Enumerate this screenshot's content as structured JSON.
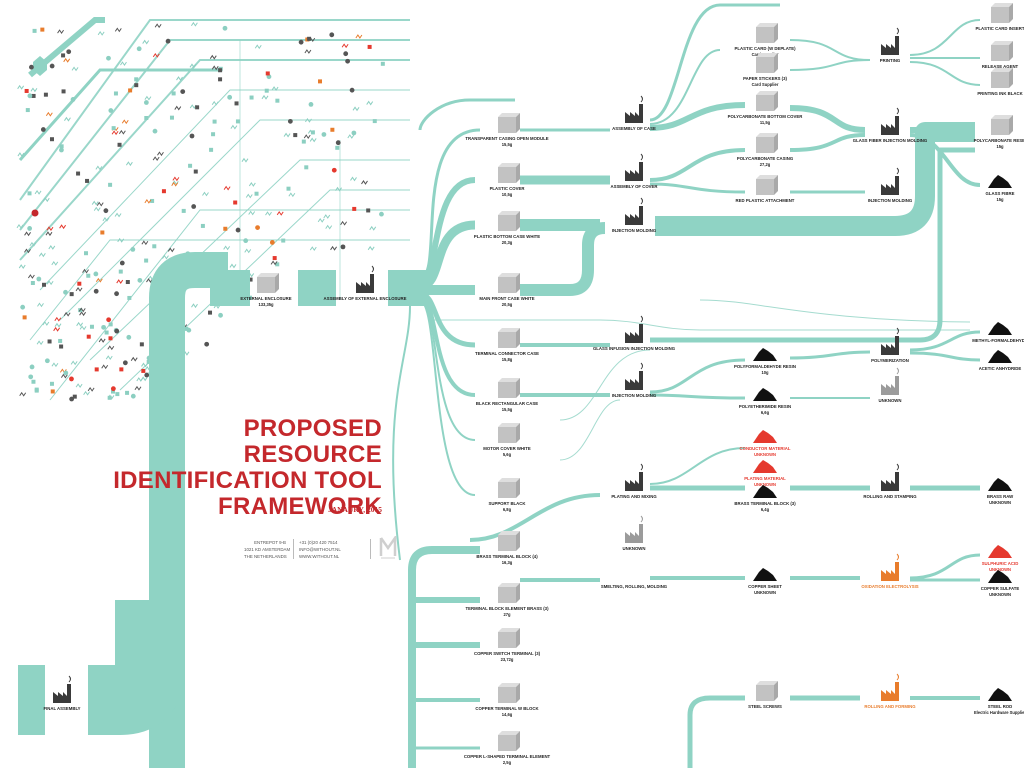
{
  "poster": {
    "title_lines": [
      "PROPOSED RESOURCE",
      "IDENTIFICATION TOOL",
      "FRAMEWORK"
    ],
    "date": "JANAURY, 2015",
    "contact": {
      "address": [
        "ENTREPOT 9-B",
        "1021 KD AMSTERDAM",
        "THE NETHERLANDS"
      ],
      "web": [
        "+31 (0)20 420 7514",
        "INFO@WITHOUT.NL",
        "WWW.WITHOUT.NL"
      ]
    }
  },
  "colors": {
    "flow": "#8fd3c4",
    "title": "#c4282c",
    "factory": "#3a3a3a",
    "box": "#c2c2c2",
    "orange": "#e87c2c",
    "red": "#e5392e",
    "unknown": "#9b9b9b"
  },
  "nodes": [
    {
      "id": "final",
      "icon": "factory",
      "label": "FINAL ASSEMBLY",
      "sub": ""
    },
    {
      "id": "ext-enclosure",
      "icon": "box",
      "label": "EXTERNAL ENCLOSURE",
      "sub": "133,35g"
    },
    {
      "id": "asm-ext-enclosure",
      "icon": "factory",
      "label": "ASSEMBLY OF EXTERNAL ENCLOSURE",
      "sub": ""
    },
    {
      "id": "transparent-casing",
      "icon": "box",
      "label": "TRANSPARENT CASING OPEN MODULE",
      "sub": "15,5g"
    },
    {
      "id": "plastic-cover",
      "icon": "box",
      "label": "PLASTIC COVER",
      "sub": "10,5g"
    },
    {
      "id": "plastic-bottom",
      "icon": "box",
      "label": "PLASTIC BOTTOM CASE WHITE",
      "sub": "20,3g"
    },
    {
      "id": "main-front",
      "icon": "box",
      "label": "MAIN FRONT CASE WHITE",
      "sub": "20,5g"
    },
    {
      "id": "terminal-connector",
      "icon": "box",
      "label": "TERMINAL CONNECTOR CASE",
      "sub": "15,8g"
    },
    {
      "id": "black-rect",
      "icon": "box",
      "label": "BLACK RECTANGULAR CASE",
      "sub": "15,5g"
    },
    {
      "id": "motor-cover",
      "icon": "box",
      "label": "MOTOR COVER WHITE",
      "sub": "5,6g"
    },
    {
      "id": "support-black",
      "icon": "box",
      "label": "SUPPORT BLACK",
      "sub": "6,8g"
    },
    {
      "id": "brass-terminal",
      "icon": "box",
      "label": "BRASS TERMINAL BLOCK (4)",
      "sub": "16,3g"
    },
    {
      "id": "terminal-block",
      "icon": "box",
      "label": "TERMINAL BLOCK ELEMENT BRASS (3)",
      "sub": "27g"
    },
    {
      "id": "copper-switch",
      "icon": "box",
      "label": "COPPER SWITCH TERMINAL (3)",
      "sub": "23,72g"
    },
    {
      "id": "copper-terminal",
      "icon": "box",
      "label": "COPPER TERMINAL W BLOCK",
      "sub": "14,6g"
    },
    {
      "id": "copper-lshaped",
      "icon": "box",
      "label": "COPPER L-SHAPED TERMINAL ELEMENT",
      "sub": "2,5g"
    },
    {
      "id": "asm-case",
      "icon": "factory",
      "label": "ASSEMBLY OF CASE",
      "sub": ""
    },
    {
      "id": "asm-cover",
      "icon": "factory",
      "label": "ASSEMBLY OF COVER",
      "sub": ""
    },
    {
      "id": "injection-1",
      "icon": "factory",
      "label": "INJECTION MOLDING",
      "sub": ""
    },
    {
      "id": "glass-inj",
      "icon": "factory",
      "label": "GLASS INFUSION INJECTION MOLDING",
      "sub": ""
    },
    {
      "id": "injection-2",
      "icon": "factory",
      "label": "INJECTION MOLDING",
      "sub": ""
    },
    {
      "id": "plating",
      "icon": "factory",
      "label": "PLATING AND MIXING",
      "sub": ""
    },
    {
      "id": "unknown-1",
      "icon": "factory-gray",
      "label": "UNKNOWN",
      "sub": ""
    },
    {
      "id": "smelting",
      "icon": "none",
      "label": "SMELTING, ROLLING, MOLDING",
      "sub": ""
    },
    {
      "id": "plastic-label",
      "icon": "box",
      "label": "PLASTIC CARD (W DEPLATE)",
      "sub": "Card Supplier"
    },
    {
      "id": "paper-stickers",
      "icon": "box",
      "label": "PAPER STICKERS (3)",
      "sub": "Card Supplier"
    },
    {
      "id": "polycarbonate-cover",
      "icon": "box",
      "label": "POLYCARBONATE BOTTOM COVER",
      "sub": "11,5g"
    },
    {
      "id": "polycarbonate-casing",
      "icon": "box",
      "label": "POLYCARBONATE CASING",
      "sub": "27,2g"
    },
    {
      "id": "red-plastic",
      "icon": "box",
      "label": "RED PLASTIC ATTACHMENT",
      "sub": ""
    },
    {
      "id": "polyformaldehyde",
      "icon": "pile",
      "label": "POLYFORMALDEHYDE RESIN",
      "sub": "10g"
    },
    {
      "id": "polyetherimide",
      "icon": "pile",
      "label": "POLYETHERIMIDE RESIN",
      "sub": "6,6g"
    },
    {
      "id": "conductor",
      "icon": "pile-red",
      "label": "CONDUCTOR MATERIAL",
      "sub": "UNKNOWN"
    },
    {
      "id": "plating-material",
      "icon": "pile-red",
      "label": "PLATING MATERIAL",
      "sub": "UNKNOWN"
    },
    {
      "id": "brass-block",
      "icon": "pile",
      "label": "BRASS TERMINAL BLOCK (3)",
      "sub": "6,4g"
    },
    {
      "id": "copper-sheet",
      "icon": "pile",
      "label": "COPPER SHEET",
      "sub": "UNKNOWN"
    },
    {
      "id": "steel-screws",
      "icon": "box",
      "label": "STEEL SCREWS",
      "sub": ""
    },
    {
      "id": "printing",
      "icon": "factory",
      "label": "PRINTING",
      "sub": ""
    },
    {
      "id": "glass-fiber-inj",
      "icon": "factory",
      "label": "GLASS FIBER INJECTION MOLDING",
      "sub": ""
    },
    {
      "id": "injection-3",
      "icon": "factory",
      "label": "INJECTION MOLDING",
      "sub": ""
    },
    {
      "id": "polymerization",
      "icon": "factory",
      "label": "POLYMERIZATION",
      "sub": ""
    },
    {
      "id": "unknown-2",
      "icon": "factory-gray",
      "label": "UNKNOWN",
      "sub": ""
    },
    {
      "id": "rolling",
      "icon": "factory",
      "label": "ROLLING AND STAMPING",
      "sub": ""
    },
    {
      "id": "oxidation",
      "icon": "factory-orange",
      "label": "OXIDATION ELECTROLYSIS",
      "sub": ""
    },
    {
      "id": "rolling-forming",
      "icon": "factory-orange",
      "label": "ROLLING AND FORMING",
      "sub": ""
    },
    {
      "id": "plastic-card-insert",
      "icon": "box",
      "label": "PLASTIC CARD INSERT",
      "sub": ""
    },
    {
      "id": "release-agent",
      "icon": "box",
      "label": "RELEASE AGENT",
      "sub": ""
    },
    {
      "id": "printing-ink",
      "icon": "box",
      "label": "PRINTING INK BLACK",
      "sub": ""
    },
    {
      "id": "polycarbonate-resin",
      "icon": "box",
      "label": "POLYCARBONATE RESIN",
      "sub": "15g"
    },
    {
      "id": "glass-fibre",
      "icon": "pile",
      "label": "GLASS FIBRE",
      "sub": "15g"
    },
    {
      "id": "methyl-formaldehyde",
      "icon": "pile",
      "label": "METHYL-FORMALDEHYDE",
      "sub": ""
    },
    {
      "id": "acetic-anhydride",
      "icon": "pile",
      "label": "ACETIC ANHYDRIDE",
      "sub": ""
    },
    {
      "id": "brass-raw",
      "icon": "pile",
      "label": "BRASS RAW",
      "sub": "UNKNOWN"
    },
    {
      "id": "sulphuric-acid",
      "icon": "pile-red",
      "label": "SULPHURIC ACID",
      "sub": "UNKNOWN"
    },
    {
      "id": "copper-sulfate",
      "icon": "pile",
      "label": "COPPER SULFATE",
      "sub": "UNKNOWN"
    },
    {
      "id": "steel-rod",
      "icon": "pile",
      "label": "STEEL ROD",
      "sub": "Electric Hardware Supplier"
    }
  ]
}
